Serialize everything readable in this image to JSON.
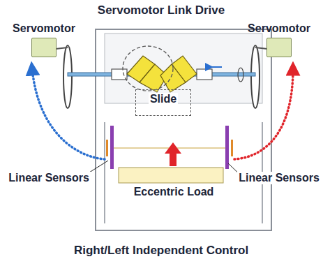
{
  "diagram": {
    "title": "Servomotor Link Drive",
    "caption": "Right/Left Independent Control",
    "nodes": [
      {
        "text": [
          "Servomotor"
        ]
      },
      {
        "text": [
          "Servomotor"
        ]
      },
      {
        "text": [
          "Slide"
        ]
      }
    ],
    "labels": [
      "Linear Sensors",
      "Eccentric Load",
      "Linear Sensors"
    ]
  }
}
